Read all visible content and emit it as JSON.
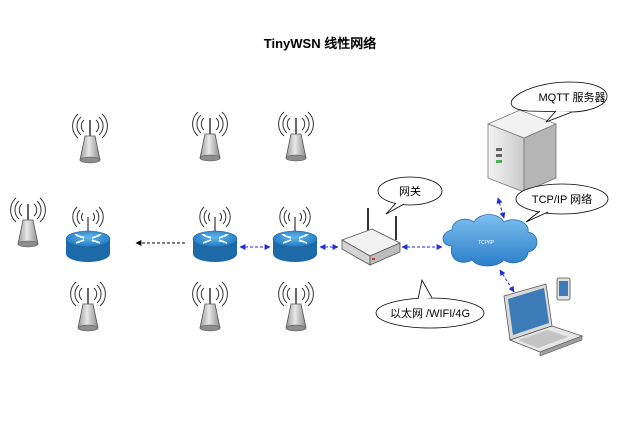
{
  "title": "TinyWSN  线性网络",
  "labels": {
    "mqtt_server": "MQTT 服务器",
    "gateway": "网关",
    "tcpip_network": "TCP/IP 网络",
    "uplink": "以太网 /WIFI/4G",
    "cloud_text": "TCP/IP"
  },
  "colors": {
    "router_blue": "#2f8fd0",
    "link_blue": "#1f2fd0",
    "cloud_blue": "#3a8fd8"
  },
  "icons": [
    "sensor-node-icon",
    "router-icon",
    "gateway-device-icon",
    "cloud-icon",
    "server-icon",
    "laptop-icon",
    "phone-icon"
  ]
}
